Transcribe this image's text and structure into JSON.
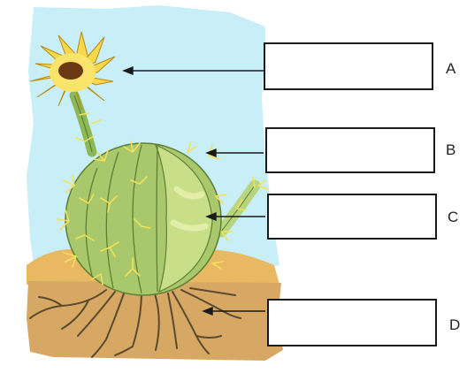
{
  "diagram": {
    "labels": [
      {
        "letter": "A",
        "answer": ""
      },
      {
        "letter": "B",
        "answer": ""
      },
      {
        "letter": "C",
        "answer": ""
      },
      {
        "letter": "D",
        "answer": ""
      }
    ]
  },
  "colors": {
    "sky": "#c8eef7",
    "sand": "#e8b862",
    "soil": "#d7a863",
    "cactus_body": "#a9c86b",
    "cactus_inner": "#c8df88",
    "flower_petals": "#f7d84a",
    "flower_center": "#6b3a14",
    "spines": "#f2e15a",
    "roots": "#5a4a30",
    "arrow": "#1a1a1a"
  }
}
